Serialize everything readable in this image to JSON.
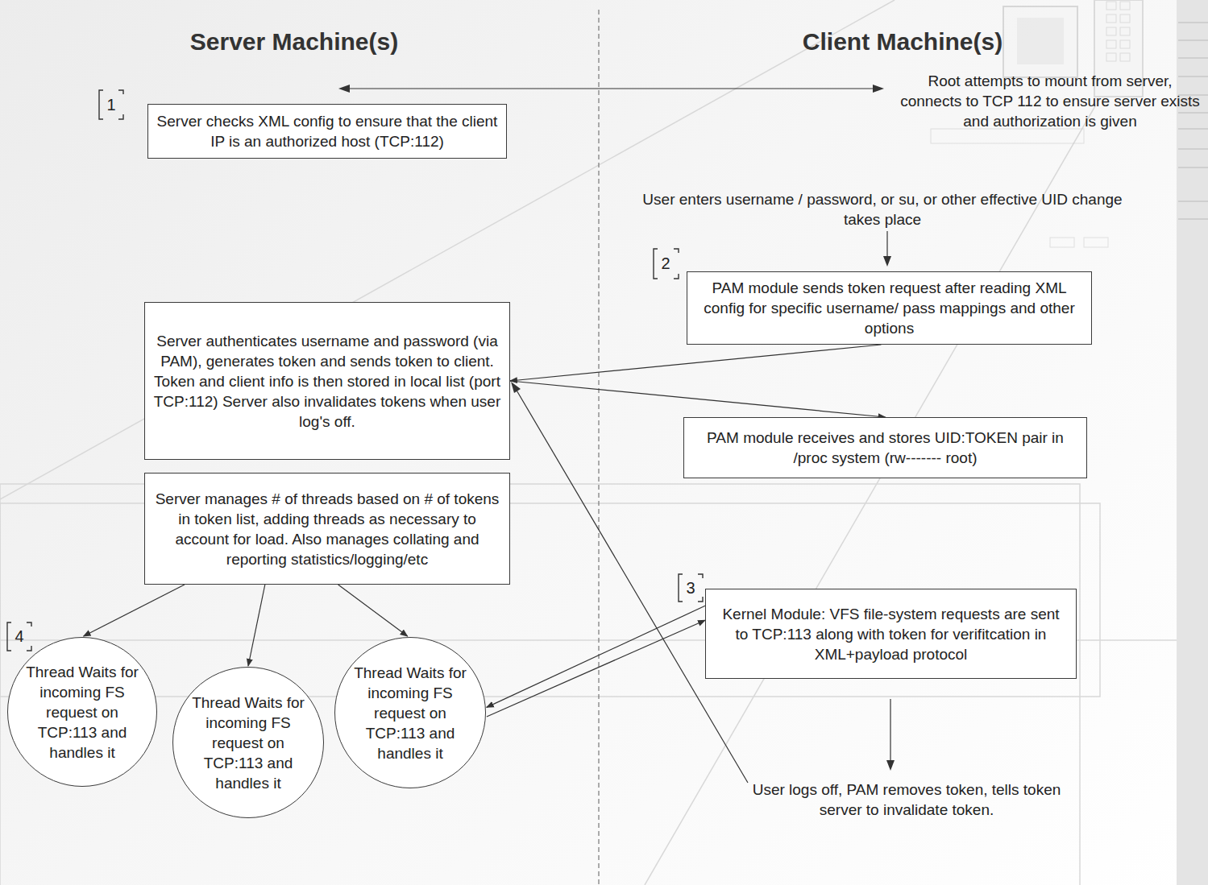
{
  "diagram": {
    "nodes": [
      {
        "text": [
          "Server checks XML config to ensure that the client IP is an authorized host (TCP:112)"
        ]
      },
      {
        "text": [
          "Server authenticates username and password (via PAM), generates token and sends token to client.  Token and client info is then stored in local list (port TCP:112) Server also invalidates tokens when user log's off."
        ]
      },
      {
        "text": [
          "PAM module sends token request after reading XML config for specific username/ pass mappings and other options"
        ]
      },
      {
        "text": [
          "PAM module receives and stores UID:TOKEN pair in /proc system (rw------- root)"
        ]
      },
      {
        "text": [
          "Server manages # of threads based on # of tokens in token list, adding threads as necessary to account for load.  Also manages collating and reporting statistics/logging/etc"
        ]
      },
      {
        "text": [
          "Kernel Module: VFS file-system requests are sent to TCP:113 along with token for verifitcation in XML+payload protocol"
        ]
      },
      {
        "text": [
          "Thread Waits for incoming FS request on TCP:113 and handles it"
        ]
      },
      {
        "text": [
          "Thread Waits for incoming FS request on TCP:113 and handles it"
        ]
      },
      {
        "text": [
          "Thread Waits for incoming FS request on TCP:113 and handles it"
        ]
      }
    ],
    "edges": [
      {
        "from": 2,
        "to": 1,
        "arrow": "to"
      },
      {
        "from": 1,
        "to": 3,
        "arrow": "to"
      },
      {
        "from": 4,
        "to": 6,
        "arrow": "to"
      },
      {
        "from": 4,
        "to": 7,
        "arrow": "to"
      },
      {
        "from": 4,
        "to": 8,
        "arrow": "to"
      },
      {
        "from": 5,
        "to": 8,
        "arrow": "to"
      },
      {
        "from": 8,
        "to": 5,
        "arrow": "to"
      }
    ],
    "labels": [
      "Server Machine(s)",
      "Client Machine(s)",
      "1",
      "Root attempts to mount from server, connects to TCP 112 to ensure server exists and authorization is given",
      "User enters username / password, or su, or other effective UID change takes place",
      "2",
      "3",
      "4",
      "User logs off, PAM removes token, tells token server to invalidate token."
    ]
  }
}
